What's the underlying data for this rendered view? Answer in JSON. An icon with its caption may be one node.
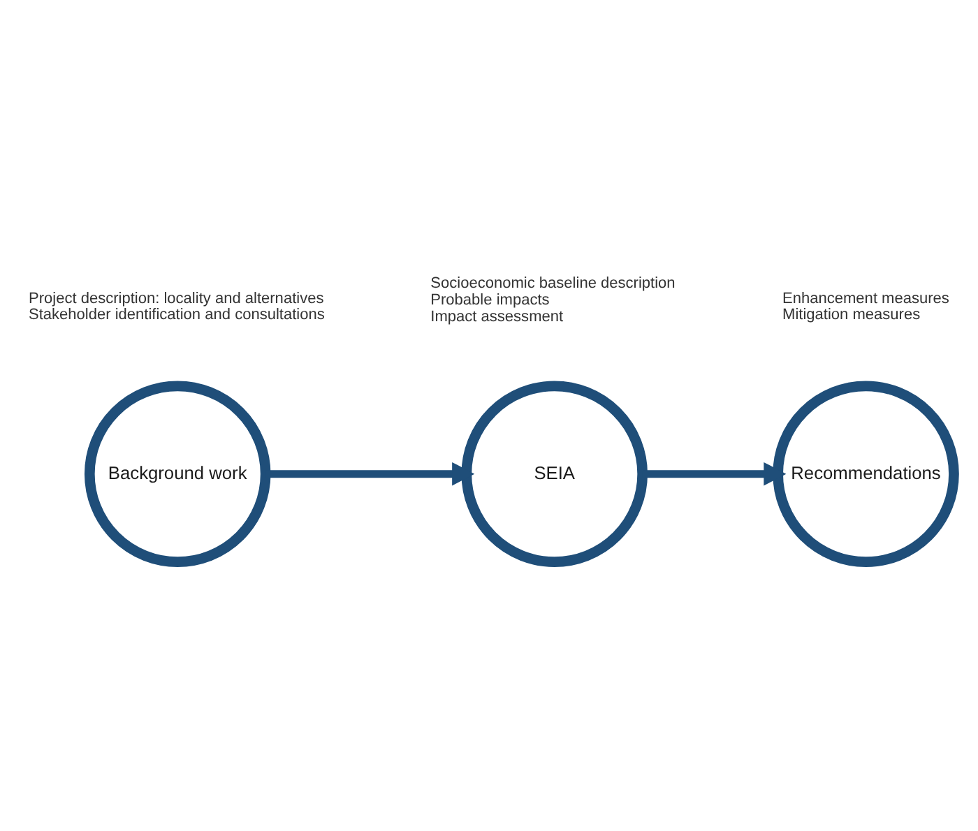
{
  "diagram": {
    "nodes": [
      {
        "text": [
          "Background work"
        ],
        "beside": [
          "Project description: locality and alternatives",
          "Stakeholder identification and consultations"
        ]
      },
      {
        "text": [
          "SEIA"
        ],
        "beside": [
          "Socioeconomic baseline description",
          "Probable impacts",
          "Impact assessment"
        ]
      },
      {
        "text": [
          "Recommendations"
        ],
        "beside": [
          "Enhancement measures",
          "Mitigation measures"
        ]
      }
    ],
    "edges": [
      {
        "from": 0,
        "to": 1,
        "arrow": "to"
      },
      {
        "from": 1,
        "to": 2,
        "arrow": "to"
      }
    ]
  }
}
